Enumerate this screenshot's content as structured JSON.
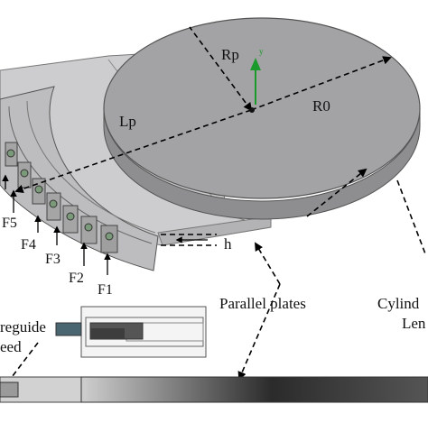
{
  "labels": {
    "rp": "Rp",
    "r0": "R0",
    "lp": "Lp",
    "h": "h",
    "y_axis": "y",
    "f1": "F1",
    "f2": "F2",
    "f3": "F3",
    "f4": "F4",
    "f5": "F5",
    "parallel_plates": "Parallel plates",
    "cylinder_line1": "Cylind",
    "cylinder_line2": "Len",
    "waveguide_line1": "reguide",
    "waveguide_line2": "eed"
  },
  "colors": {
    "lens_top": "#a3a3a5",
    "lens_side": "#8e8e90",
    "plate_fill": "#c9c9cb",
    "dash": "#000000",
    "axis_green": "#1a9a2a"
  }
}
